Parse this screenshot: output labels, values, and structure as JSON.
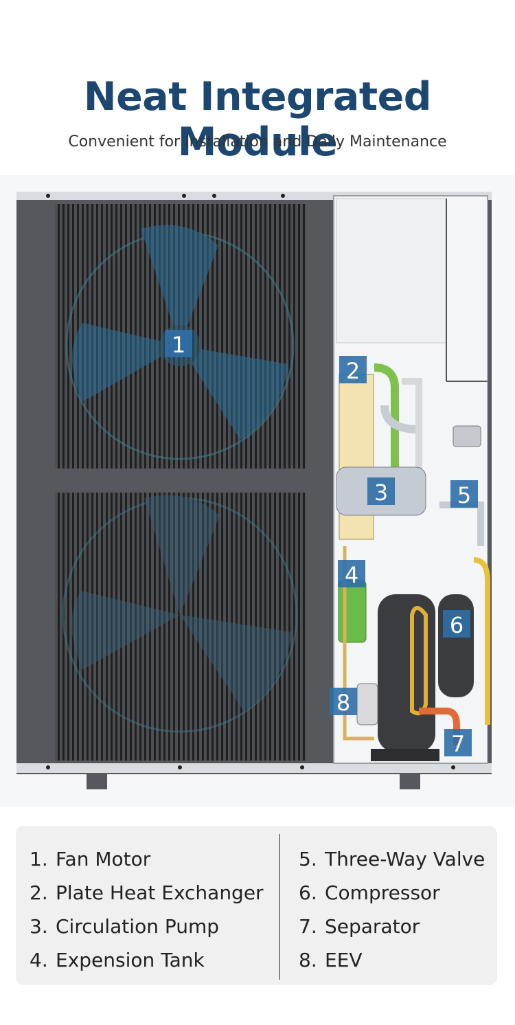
{
  "header": {
    "title": "Neat Integrated Module",
    "subtitle": "Convenient for Installation and Daily Maintenance"
  },
  "diagram": {
    "callouts": [
      "1",
      "2",
      "3",
      "4",
      "5",
      "6",
      "7",
      "8"
    ],
    "badge_color": "#2f6fa8"
  },
  "legend": {
    "left": [
      {
        "num": "1.",
        "label": "Fan Motor"
      },
      {
        "num": "2.",
        "label": "Plate Heat Exchanger"
      },
      {
        "num": "3.",
        "label": "Circulation Pump"
      },
      {
        "num": "4.",
        "label": "Expension Tank"
      }
    ],
    "right": [
      {
        "num": "5.",
        "label": "Three-Way Valve"
      },
      {
        "num": "6.",
        "label": "Compressor"
      },
      {
        "num": "7.",
        "label": "Separator"
      },
      {
        "num": "8.",
        "label": "EEV"
      }
    ]
  }
}
